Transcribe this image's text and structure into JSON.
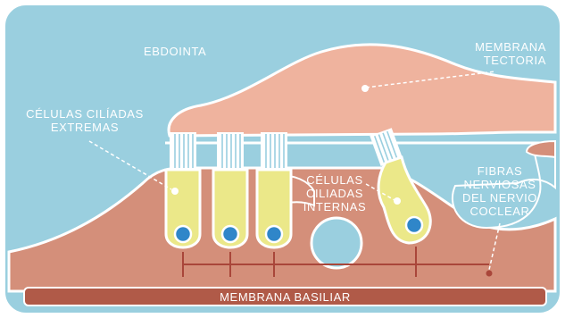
{
  "labels": {
    "endolymph": "EBDOINTA",
    "tectorial_membrane": [
      "MEMBRANA",
      "TECTORIA"
    ],
    "outer_hair_cells": [
      "CÉLULAS CILÍADAS",
      "EXTREMAS"
    ],
    "inner_hair_cells": [
      "CÉLULAS",
      "CILIADAS",
      "INTERNAS"
    ],
    "nerve_fibers": [
      "FIBRAS",
      "NERVIOSAS",
      "DEL NERVIO",
      "COCLEAR"
    ],
    "basilar_membrane": "MEMBRANA BASILIAR"
  },
  "colors": {
    "background": "#9ACFDF",
    "frame": "#ffffff",
    "tectorial": "#EFB39E",
    "tissue": "#D48F7A",
    "basilar": "#B05A48",
    "cell_fill": "#EBE889",
    "nucleus": "#2F86C9",
    "nerve_line": "#A9463A"
  }
}
